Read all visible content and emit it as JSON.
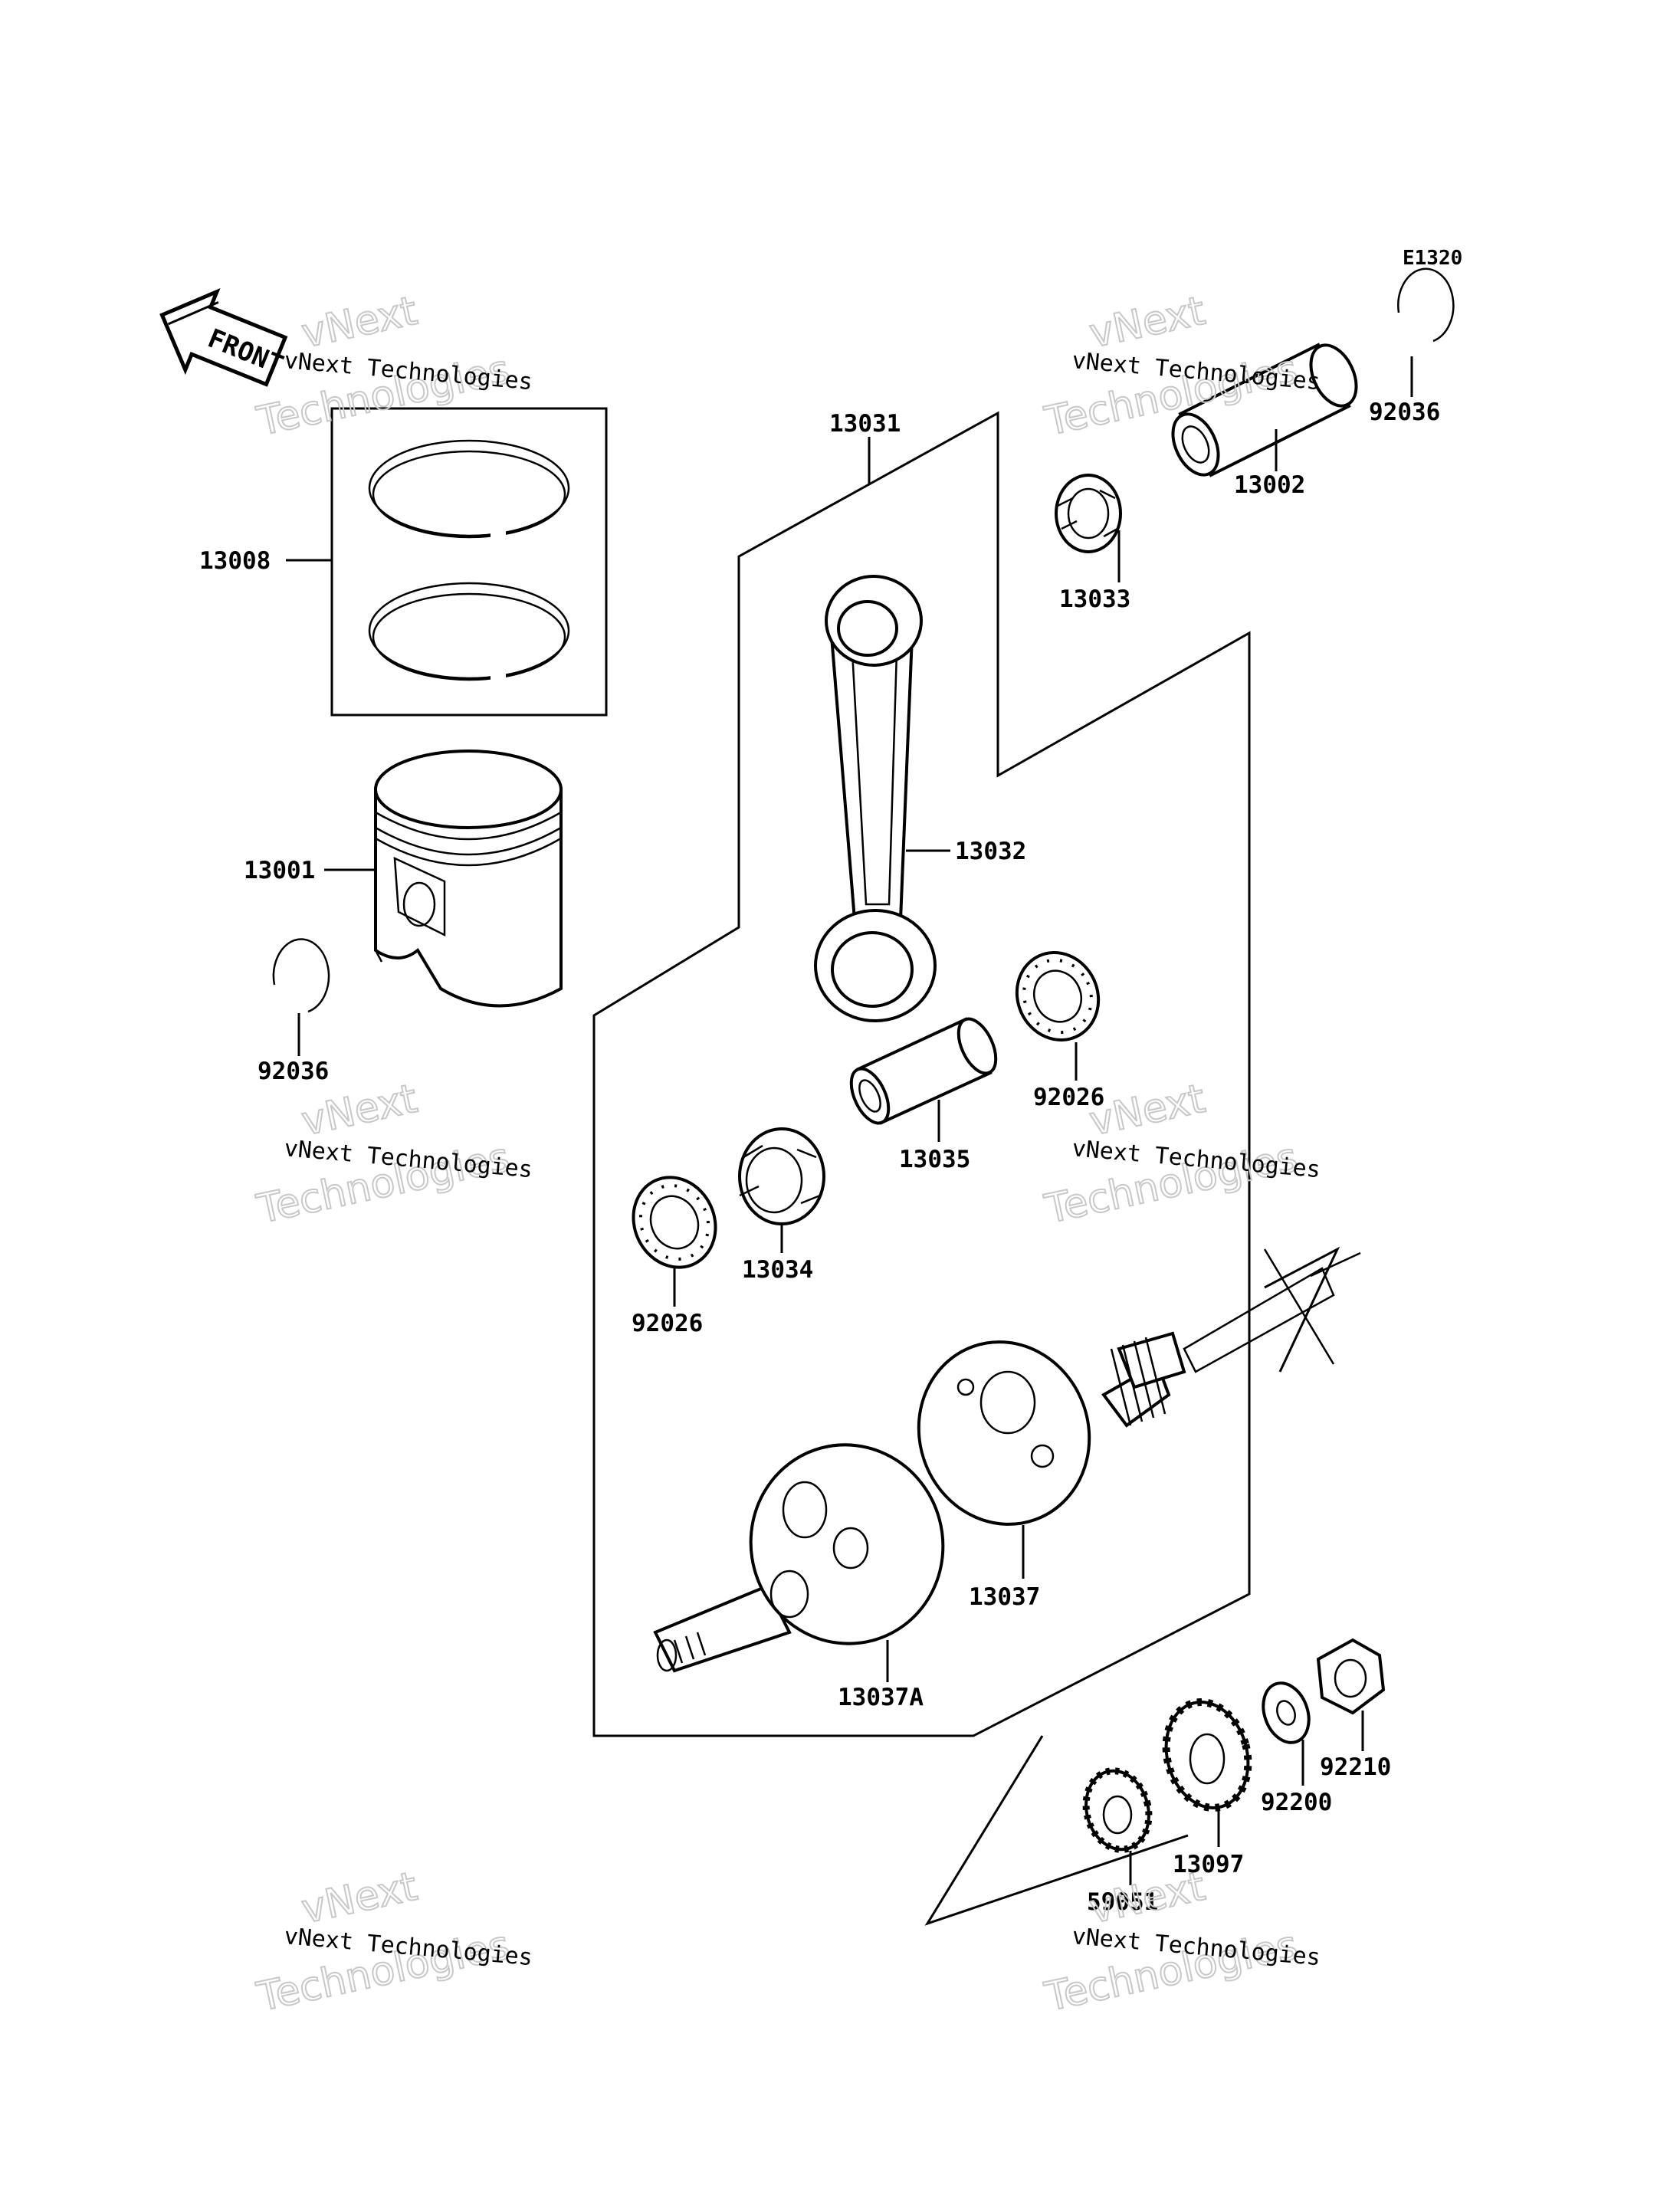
{
  "diagram": {
    "code": "E1320",
    "front_label": "FRONT",
    "parts": [
      {
        "id": "p13008",
        "label": "13008"
      },
      {
        "id": "p13001",
        "label": "13001"
      },
      {
        "id": "p92036a",
        "label": "92036"
      },
      {
        "id": "p13031",
        "label": "13031"
      },
      {
        "id": "p13032",
        "label": "13032"
      },
      {
        "id": "p13033",
        "label": "13033"
      },
      {
        "id": "p13002",
        "label": "13002"
      },
      {
        "id": "p92036b",
        "label": "92036"
      },
      {
        "id": "p92026a",
        "label": "92026"
      },
      {
        "id": "p13035",
        "label": "13035"
      },
      {
        "id": "p13034",
        "label": "13034"
      },
      {
        "id": "p92026b",
        "label": "92026"
      },
      {
        "id": "p13037",
        "label": "13037"
      },
      {
        "id": "p13037A",
        "label": "13037A"
      },
      {
        "id": "p92210",
        "label": "92210"
      },
      {
        "id": "p92200",
        "label": "92200"
      },
      {
        "id": "p13097",
        "label": "13097"
      },
      {
        "id": "p59051",
        "label": "59051"
      }
    ],
    "watermark": {
      "line1": "vNext",
      "line2": "vNext Technologies",
      "line3": "Technologies"
    }
  }
}
